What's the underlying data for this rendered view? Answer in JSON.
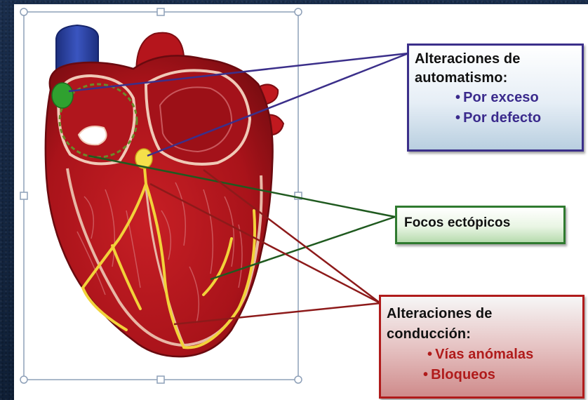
{
  "boxes": {
    "automatismo": {
      "title_line1": "Alteraciones de",
      "title_line2": "automatismo:",
      "items": [
        "Por exceso",
        "Por defecto"
      ],
      "border_color": "#3b2f8a"
    },
    "focos": {
      "title": "Focos ectópicos",
      "border_color": "#2f7a2f"
    },
    "conduccion": {
      "title_line1": "Alteraciones de",
      "title_line2": "conducción:",
      "items": [
        "Vías anómalas",
        "Bloqueos"
      ],
      "border_color": "#b01b1b"
    }
  },
  "colors": {
    "heart": "#b5151c",
    "heart_dark": "#7e0d12",
    "vein": "#2a3f9a",
    "conduction": "#f2d23a",
    "sa_node": "#2fa12f",
    "selection_frame": "#8ea0b8"
  },
  "icons": [
    "heart-illustration",
    "sa-node-marker",
    "av-node-marker",
    "selection-handle"
  ]
}
